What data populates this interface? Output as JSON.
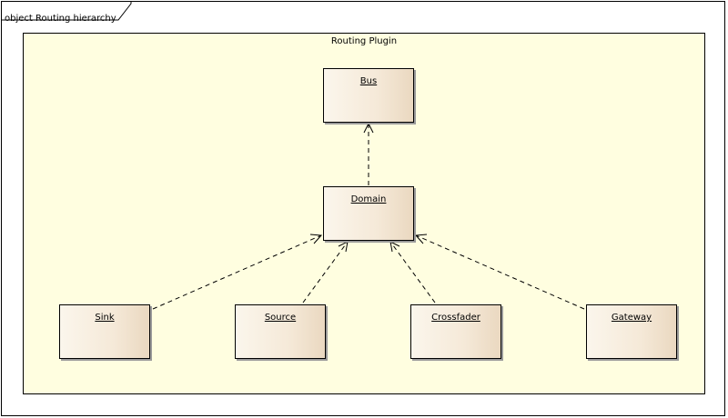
{
  "frame": {
    "title": "object Routing hierarchy"
  },
  "package": {
    "title": "Routing Plugin"
  },
  "nodes": {
    "bus": "Bus",
    "domain": "Domain",
    "sink": "Sink",
    "source": "Source",
    "crossfader": "Crossfader",
    "gateway": "Gateway"
  },
  "edges": [
    {
      "from": "domain",
      "to": "bus",
      "style": "dashed",
      "arrow": "open"
    },
    {
      "from": "sink",
      "to": "domain",
      "style": "dashed",
      "arrow": "open"
    },
    {
      "from": "source",
      "to": "domain",
      "style": "dashed",
      "arrow": "open"
    },
    {
      "from": "crossfader",
      "to": "domain",
      "style": "dashed",
      "arrow": "open"
    },
    {
      "from": "gateway",
      "to": "domain",
      "style": "dashed",
      "arrow": "open"
    }
  ]
}
